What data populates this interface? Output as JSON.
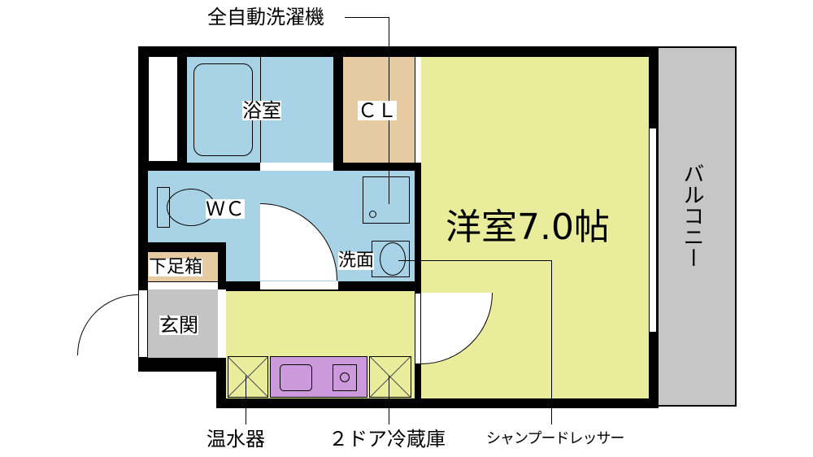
{
  "rooms": {
    "bath": "浴室",
    "closet": "ＣＬ",
    "wc": "ＷＣ",
    "washroom": "洗面",
    "shoe_box": "下足箱",
    "entrance": "玄関",
    "western_room": "洋室7.0帖",
    "balcony": "バルコニー"
  },
  "callouts": {
    "washing_machine": "全自動洗濯機",
    "water_heater": "温水器",
    "fridge": "２ドア冷蔵庫",
    "shampoo_dresser": "シャンプードレッサー"
  },
  "colors": {
    "wet_area": "#a8d3e6",
    "closet": "#e6cba2",
    "room": "#e9ec9b",
    "entrance": "#c4c4c4",
    "kitchen": "#cc99dd",
    "balcony": "#c6c6c6"
  }
}
